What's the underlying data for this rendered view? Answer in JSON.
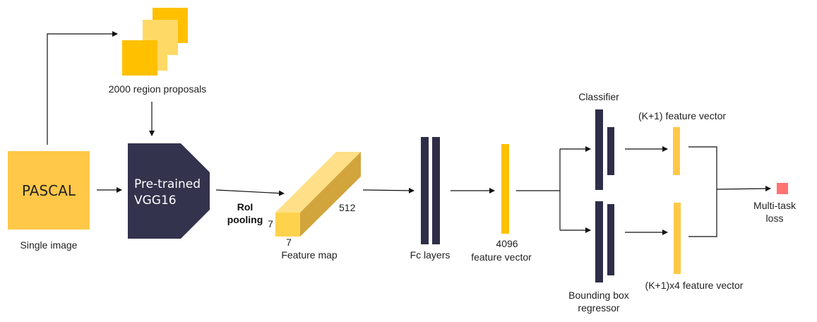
{
  "labels": {
    "region_proposals": "2000 region proposals",
    "input_box": "PASCAL",
    "input_caption": "Single image",
    "backbone_line1": "Pre-trained",
    "backbone_line2": "VGG16",
    "roi_line1": "RoI",
    "roi_line2": "pooling",
    "dim_height": "7",
    "dim_width": "7",
    "dim_depth": "512",
    "feature_map": "Feature map",
    "fc_layers": "Fc layers",
    "feature_vector_size": "4096",
    "feature_vector": "feature vector",
    "classifier": "Classifier",
    "cls_output": "(K+1) feature vector",
    "bbox_line1": "Bounding box",
    "bbox_line2": "regressor",
    "bbox_output": "(K+1)x4 feature vector",
    "loss_line1": "Multi-task",
    "loss_line2": "loss"
  },
  "colors": {
    "proposal_orange": "#FFC000",
    "proposal_light": "#FFD966",
    "input_yellow": "#FFC848",
    "backbone_dark": "#33334D",
    "feature_front": "#FFD24D",
    "feature_top": "#FFE088",
    "feature_side": "#D1A43C",
    "layer_dark": "#2E2E48",
    "vector_orange": "#FFC000",
    "output_yellow": "#FFC848",
    "loss_red": "#FF7373"
  }
}
